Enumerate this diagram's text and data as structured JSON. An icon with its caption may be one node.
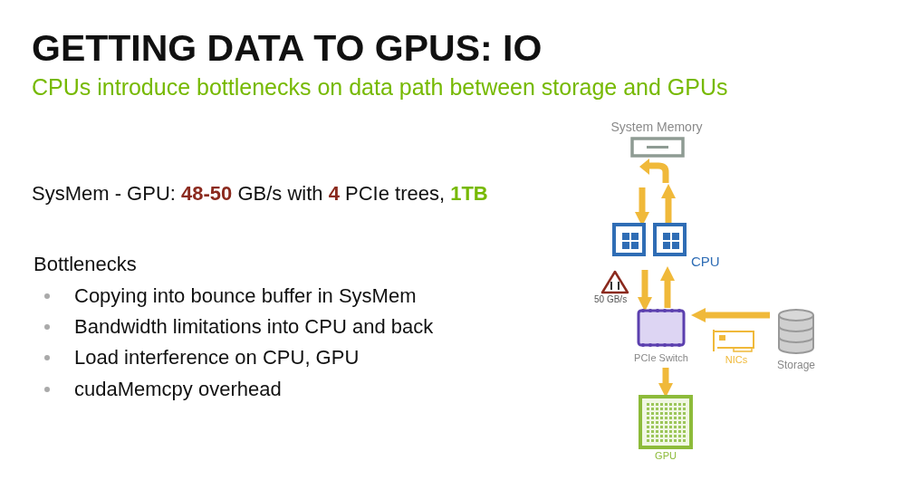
{
  "diagram": {
    "title": "GETTING DATA TO GPUS: IO",
    "nodes": [
      {
        "text": [
          "System Memory"
        ]
      },
      {
        "text": [
          "CPU"
        ]
      },
      {
        "text": [
          "PCIe Switch"
        ]
      },
      {
        "text": [
          "NICs"
        ]
      },
      {
        "text": [
          "Storage"
        ]
      },
      {
        "text": [
          "GPU"
        ]
      }
    ],
    "edges": [
      {
        "from": 0,
        "to": 1,
        "arrow": "to"
      },
      {
        "from": 1,
        "to": 0,
        "arrow": "to"
      },
      {
        "from": 1,
        "to": 2,
        "arrow": "to"
      },
      {
        "from": 2,
        "to": 1,
        "arrow": "to"
      },
      {
        "from": 4,
        "to": 2,
        "arrow": "to"
      },
      {
        "from": 2,
        "to": 5,
        "arrow": "to"
      }
    ],
    "labels": [
      "CPUs introduce bottlenecks on data path between storage and GPUs",
      "SysMem - GPU: **48-50** GB/s with **4** PCIe trees, **1TB**",
      "Bottlenecks",
      "Copying into bounce buffer in SysMem",
      "Bandwidth limitations into CPU and back",
      "Load interference on CPU, GPU",
      "cudaMemcpy overhead",
      "50 GB/s"
    ]
  }
}
